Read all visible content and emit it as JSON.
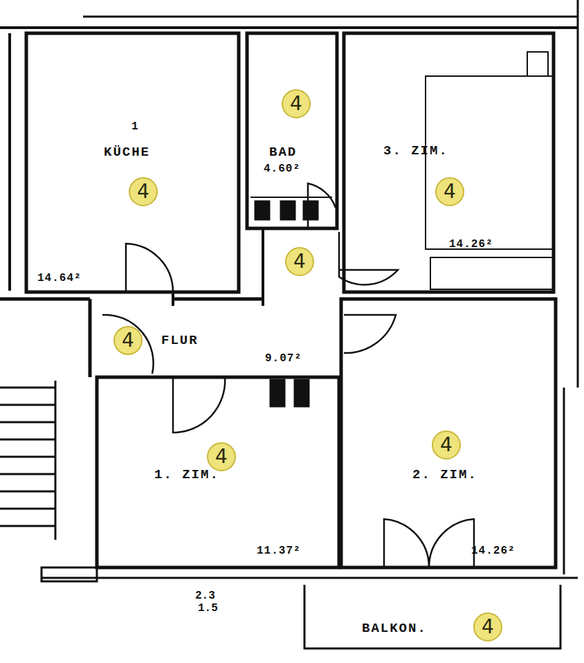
{
  "diagram": {
    "nodes": [
      {
        "text": [
          "KÜCHE",
          "14.64²"
        ]
      },
      {
        "text": [
          "BAD",
          "4.60²"
        ]
      },
      {
        "text": [
          "3. ZIM.",
          "14.26²"
        ]
      },
      {
        "text": [
          "FLUR",
          "9.07²"
        ]
      },
      {
        "text": [
          "1. ZIM.",
          "11.37²"
        ]
      },
      {
        "text": [
          "2. ZIM.",
          "14.26²"
        ]
      },
      {
        "text": [
          "BALKON."
        ]
      },
      {
        "text": [
          "4"
        ],
        "in": 0
      },
      {
        "text": [
          "4"
        ],
        "in": 1
      },
      {
        "text": [
          "4"
        ],
        "in": 2
      },
      {
        "text": [
          "4"
        ],
        "in": 3
      },
      {
        "text": [
          "4"
        ],
        "in": 3
      },
      {
        "text": [
          "4"
        ],
        "in": 4
      },
      {
        "text": [
          "4"
        ],
        "in": 5
      },
      {
        "text": [
          "4"
        ],
        "in": 6
      }
    ],
    "labels": [
      "1",
      "2.3",
      "1.5"
    ]
  }
}
